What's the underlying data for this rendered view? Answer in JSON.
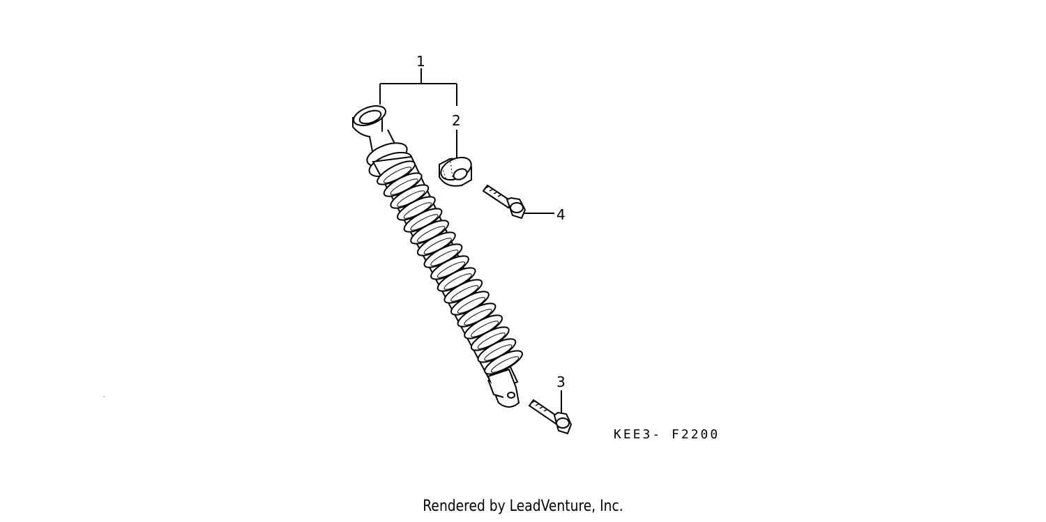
{
  "callouts": [
    {
      "id": "1",
      "part": "shock-absorber-assembly"
    },
    {
      "id": "2",
      "part": "bushing"
    },
    {
      "id": "3",
      "part": "lower-bolt"
    },
    {
      "id": "4",
      "part": "upper-bolt"
    }
  ],
  "diagram_code": "KEE3- F2200",
  "footer": "Rendered by LeadVenture, Inc."
}
